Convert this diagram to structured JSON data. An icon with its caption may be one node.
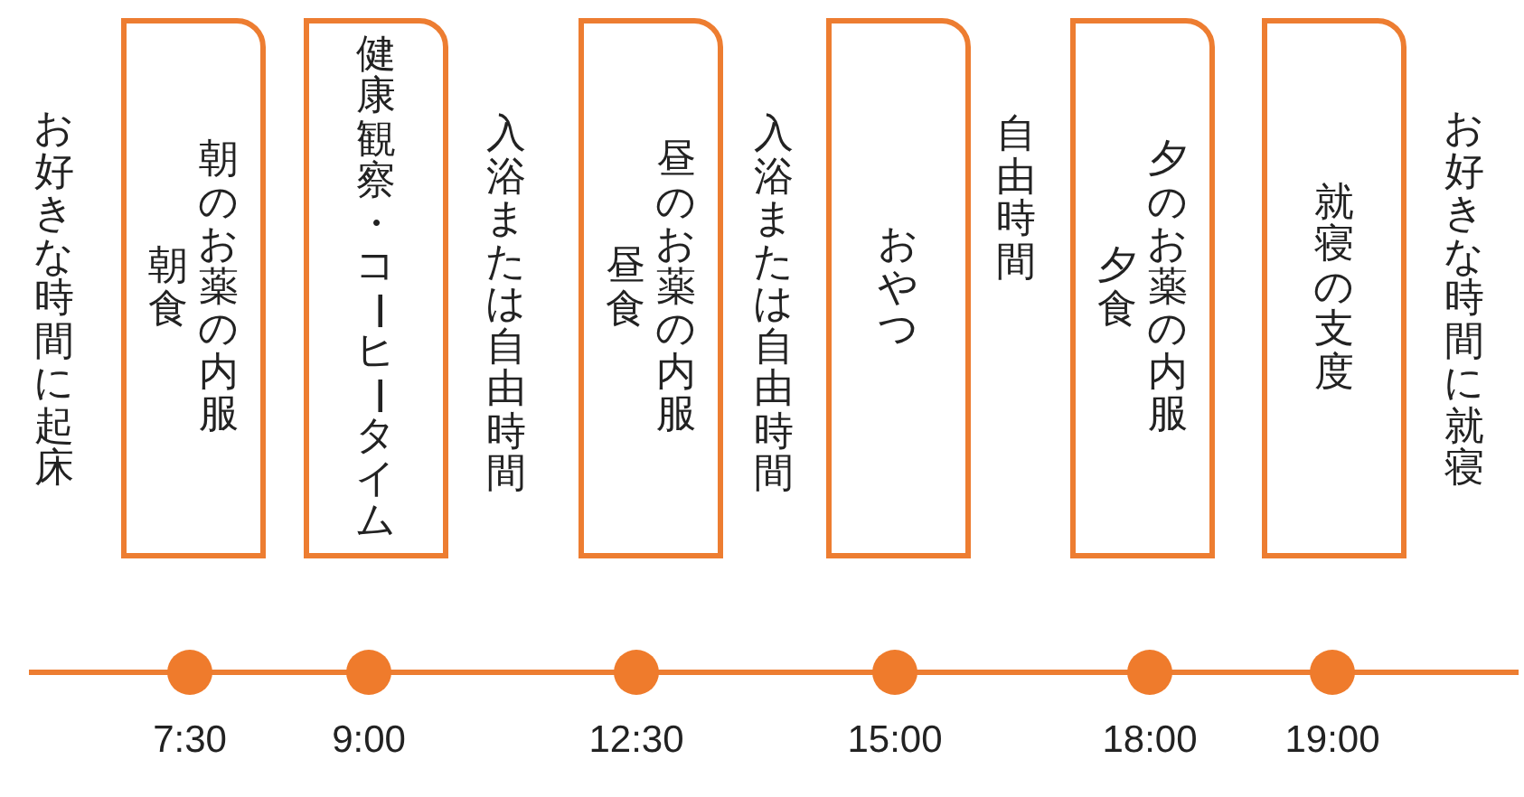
{
  "diagram": {
    "nodes": [
      {
        "text": [
          "朝食",
          "朝のお薬の内服"
        ]
      },
      {
        "text": [
          "健康観察・コーヒータイム"
        ]
      },
      {
        "text": [
          "昼食",
          "昼のお薬の内服"
        ]
      },
      {
        "text": [
          "おやつ"
        ]
      },
      {
        "text": [
          "夕食",
          "夕のお薬の内服"
        ]
      },
      {
        "text": [
          "就寝の支度"
        ]
      }
    ],
    "labels": [
      "お好きな時間に起床",
      "入浴または自由時間",
      "入浴または自由時間",
      "自由時間",
      "お好きな時間に就寝",
      "7:30",
      "9:00",
      "12:30",
      "15:00",
      "18:00",
      "19:00"
    ]
  }
}
